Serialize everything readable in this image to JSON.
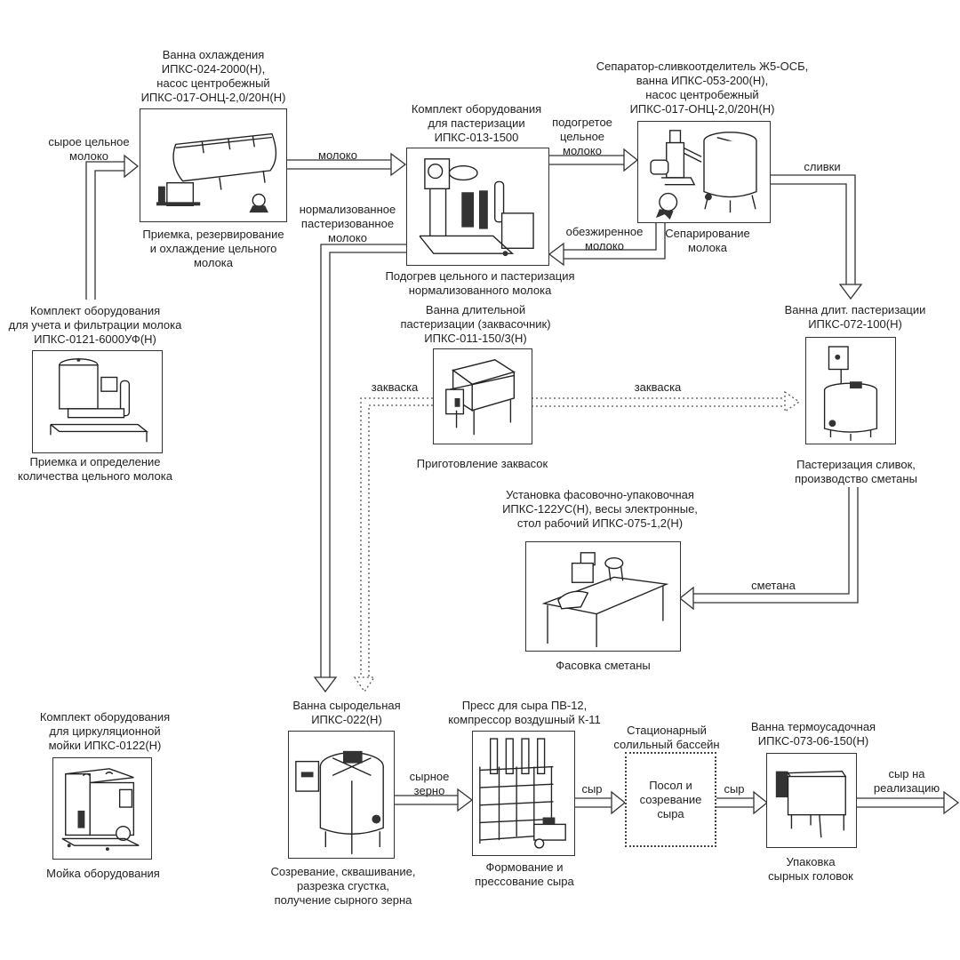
{
  "nodes": {
    "receiving": {
      "equipment": "Комплект оборудования\nдля учета и фильтрации молока\nИПКС-0121-6000УФ(Н)",
      "process": "Приемка и определение\nколичества цельного молока"
    },
    "cooling": {
      "equipment": "Ванна охлаждения\nИПКС-024-2000(Н),\nнасос центробежный\nИПКС-017-ОНЦ-2,0/20Н(Н)",
      "process": "Приемка, резервирование\nи охлаждение цельного\nмолока"
    },
    "pasteurization": {
      "equipment": "Комплект оборудования\nдля пастеризации\nИПКС-013-1500",
      "process": "Подогрев цельного и пастеризация\nнормализованного молока"
    },
    "separation": {
      "equipment": "Сепаратор-сливкоотделитель Ж5-ОСБ,\nванна ИПКС-053-200(Н),\nнасос центробежный\nИПКС-017-ОНЦ-2,0/20Н(Н)",
      "process": "Сепарирование\nмолока"
    },
    "starter": {
      "equipment": "Ванна длительной\nпастеризации (заквасочник)\nИПКС-011-150/3(Н)",
      "process": "Приготовление заквасок"
    },
    "cream_past": {
      "equipment": "Ванна длит. пастеризации\nИПКС-072-100(Н)",
      "process": "Пастеризация сливок,\nпроизводство сметаны"
    },
    "packing": {
      "equipment": "Установка фасовочно-упаковочная\nИПКС-122УС(Н), весы электронные,\nстол рабочий ИПКС-075-1,2(Н)",
      "process": "Фасовка  сметаны"
    },
    "cip": {
      "equipment": "Комплект оборудования\nдля циркуляционной\nмойки ИПКС-0122(Н)",
      "process": "Мойка оборудования"
    },
    "cheese_vat": {
      "equipment": "Ванна сыродельная\nИПКС-022(Н)",
      "process": "Созревание, сквашивание,\nразрезка сгустка,\nполучение сырного зерна"
    },
    "press": {
      "equipment": "Пресс для сыра ПВ-12,\nкомпрессор воздушный К-11",
      "process": "Формование и\nпрессование сыра"
    },
    "brine": {
      "equipment": "Стационарный\nсолильный бассейн",
      "inner": "Посол и\nсозревание\nсыра"
    },
    "shrink": {
      "equipment": "Ванна термоусадочная\nИПКС-073-06-150(Н)",
      "process": "Упаковка\nсырных головок"
    }
  },
  "flows": {
    "raw_milk": "сырое цельное\nмолоко",
    "milk": "молоко",
    "heated_milk": "подогретое\nцельное\nмолоко",
    "skim_milk": "обезжиренное\nмолоко",
    "cream": "сливки",
    "norm_past_milk": "нормализованное\nпастеризованное\nмолоко",
    "starter_left": "закваска",
    "starter_right": "закваска",
    "sour_cream": "сметана",
    "curd": "сырное\nзерно",
    "cheese1": "сыр",
    "cheese2": "сыр",
    "cheese_out": "сыр на\nреализацию"
  }
}
